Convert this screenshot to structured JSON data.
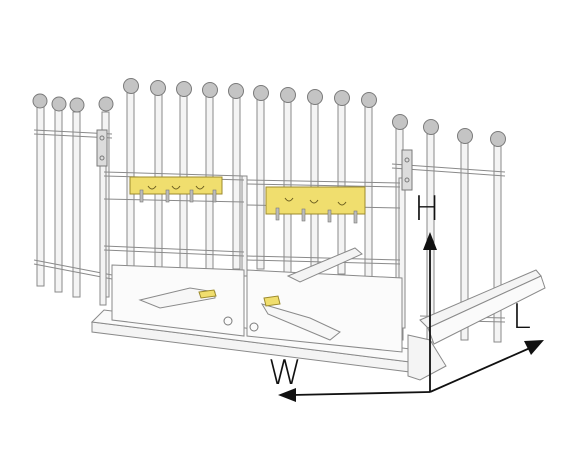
{
  "figure": {
    "dimension_labels": {
      "height": "H",
      "length": "L",
      "width": "W"
    },
    "colors": {
      "line": "#8a8a8a",
      "fill": "#f2f2f2",
      "ball": "#c4c4c4",
      "ball_edge": "#7a7a7a",
      "highlight": "#f0de6e",
      "highlight_edge": "#9c8a2c",
      "arrow": "#111111"
    }
  }
}
